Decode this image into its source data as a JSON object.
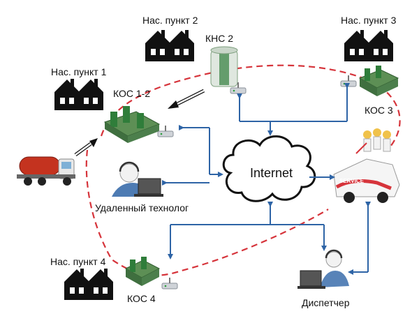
{
  "labels": {
    "settlement_1": "Нас. пункт 1",
    "settlement_2": "Нас. пункт 2",
    "settlement_3": "Нас. пункт 3",
    "settlement_4": "Нас. пункт 4",
    "kos_1_2": "КОС 1-2",
    "kns_2": "КНС 2",
    "kos_3": "КОС 3",
    "kos_4": "КОС 4",
    "internet": "Internet",
    "remote_technologist": "Удаленный технолог",
    "dispatcher": "Диспетчер",
    "service_van_text": "SERVICE"
  },
  "colors": {
    "link_arrow": "#2e64a6",
    "ring_dashed": "#d6343b",
    "house": "#111111",
    "plant_green": "#2f7d3a",
    "tanker_red": "#c4331f"
  }
}
